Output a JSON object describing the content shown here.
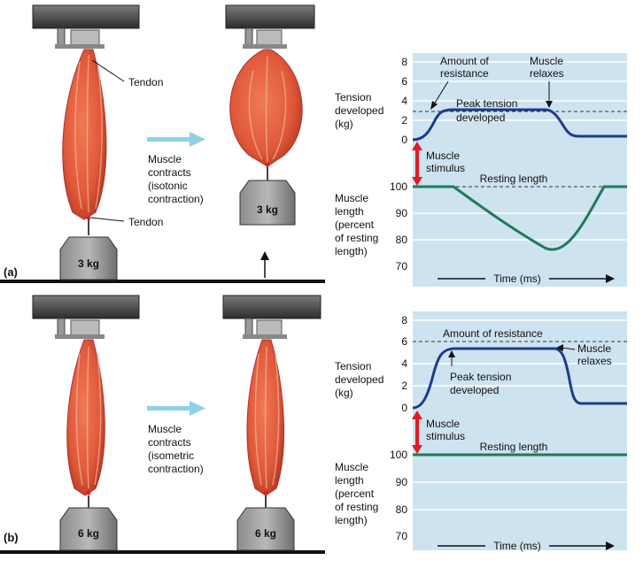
{
  "colors": {
    "graph_bg": "#cde3ef",
    "muscle": "#e0583a",
    "muscle_dark": "#b83a20",
    "tension_curve": "#1f3a8a",
    "length_curve": "#1f7a5a",
    "stimulus_arrow": "#e01b24",
    "flow_arrow": "#8fd0e6"
  },
  "panel_a": {
    "label": "(a)",
    "tendon_top": "Tendon",
    "tendon_bottom": "Tendon",
    "weight_left": "3 kg",
    "weight_right": "3 kg",
    "contracts_lines": [
      "Muscle",
      "contracts",
      "(isotonic",
      "contraction)"
    ],
    "tension_label_lines": [
      "Tension",
      "developed",
      "(kg)"
    ],
    "length_label_lines": [
      "Muscle",
      "length",
      "(percent",
      "of resting",
      "length)"
    ],
    "tension_ticks": [
      "8",
      "6",
      "4",
      "2",
      "0"
    ],
    "length_ticks": [
      "100",
      "90",
      "80",
      "70"
    ],
    "resistance_lines": [
      "Amount of",
      "resistance"
    ],
    "relaxes_lines": [
      "Muscle",
      "relaxes"
    ],
    "peak_lines": [
      "Peak tension",
      "developed"
    ],
    "stimulus_lines": [
      "Muscle",
      "stimulus"
    ],
    "resting": "Resting length",
    "time": "Time (ms)"
  },
  "panel_b": {
    "label": "(b)",
    "weight_left": "6 kg",
    "weight_right": "6 kg",
    "contracts_lines": [
      "Muscle",
      "contracts",
      "(isometric",
      "contraction)"
    ],
    "tension_label_lines": [
      "Tension",
      "developed",
      "(kg)"
    ],
    "length_label_lines": [
      "Muscle",
      "length",
      "(percent",
      "of resting",
      "length)"
    ],
    "tension_ticks": [
      "8",
      "6",
      "4",
      "2",
      "0"
    ],
    "length_ticks": [
      "100",
      "90",
      "80",
      "70"
    ],
    "resistance": "Amount of resistance",
    "relaxes_lines": [
      "Muscle",
      "relaxes"
    ],
    "peak_lines": [
      "Peak tension",
      "developed"
    ],
    "stimulus_lines": [
      "Muscle",
      "stimulus"
    ],
    "resting": "Resting length",
    "time": "Time (ms)"
  }
}
